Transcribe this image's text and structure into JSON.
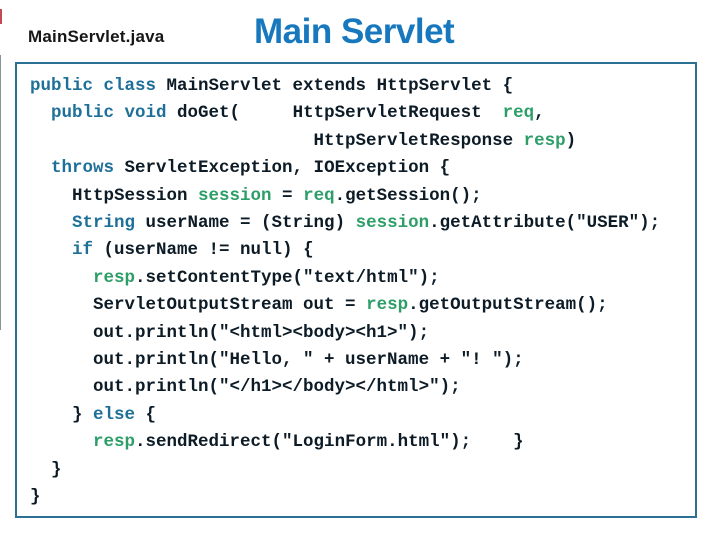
{
  "header": {
    "file_label": "MainServlet.java",
    "title": "Main Servlet"
  },
  "colors": {
    "title_blue": "#1878BE",
    "keyword": "#1E7098",
    "variable": "#2E9E68",
    "code_text": "#0C1B26",
    "box_border": "#2B7092"
  },
  "code": {
    "lines": [
      {
        "segments": [
          {
            "c": "kw",
            "t": "public class "
          },
          {
            "c": "plain",
            "t": "MainServlet extends HttpServlet {"
          }
        ]
      },
      {
        "segments": [
          {
            "c": "plain",
            "t": "  "
          },
          {
            "c": "kw",
            "t": "public void "
          },
          {
            "c": "plain",
            "t": "doGet(     HttpServletRequest  "
          },
          {
            "c": "var",
            "t": "req"
          },
          {
            "c": "plain",
            "t": ","
          }
        ]
      },
      {
        "segments": [
          {
            "c": "plain",
            "t": "                           HttpServletResponse "
          },
          {
            "c": "var",
            "t": "resp"
          },
          {
            "c": "plain",
            "t": ")"
          }
        ]
      },
      {
        "segments": [
          {
            "c": "plain",
            "t": "  "
          },
          {
            "c": "kw",
            "t": "throws "
          },
          {
            "c": "plain",
            "t": "ServletException, IOException {"
          }
        ]
      },
      {
        "segments": [
          {
            "c": "plain",
            "t": "    HttpSession "
          },
          {
            "c": "var",
            "t": "session"
          },
          {
            "c": "plain",
            "t": " = "
          },
          {
            "c": "var",
            "t": "req"
          },
          {
            "c": "plain",
            "t": ".getSession();"
          }
        ]
      },
      {
        "segments": [
          {
            "c": "plain",
            "t": "    "
          },
          {
            "c": "kw",
            "t": "String"
          },
          {
            "c": "plain",
            "t": " userName = (String) "
          },
          {
            "c": "var",
            "t": "session"
          },
          {
            "c": "plain",
            "t": ".getAttribute(\"USER\");"
          }
        ]
      },
      {
        "segments": [
          {
            "c": "plain",
            "t": "    "
          },
          {
            "c": "kw",
            "t": "if"
          },
          {
            "c": "plain",
            "t": " (userName != null) {"
          }
        ]
      },
      {
        "segments": [
          {
            "c": "plain",
            "t": "      "
          },
          {
            "c": "var",
            "t": "resp"
          },
          {
            "c": "plain",
            "t": ".setContentType(\"text/html\");"
          }
        ]
      },
      {
        "segments": [
          {
            "c": "plain",
            "t": "      ServletOutputStream out = "
          },
          {
            "c": "var",
            "t": "resp"
          },
          {
            "c": "plain",
            "t": ".getOutputStream();"
          }
        ]
      },
      {
        "segments": [
          {
            "c": "plain",
            "t": "      out.println(\"<html><body><h1>\");"
          }
        ]
      },
      {
        "segments": [
          {
            "c": "plain",
            "t": "      out.println(\"Hello, \" + userName + \"! \");"
          }
        ]
      },
      {
        "segments": [
          {
            "c": "plain",
            "t": "      out.println(\"</h1></body></html>\");"
          }
        ]
      },
      {
        "segments": [
          {
            "c": "plain",
            "t": "    } "
          },
          {
            "c": "kw",
            "t": "else"
          },
          {
            "c": "plain",
            "t": " {"
          }
        ]
      },
      {
        "segments": [
          {
            "c": "plain",
            "t": "      "
          },
          {
            "c": "var",
            "t": "resp"
          },
          {
            "c": "plain",
            "t": ".sendRedirect(\"LoginForm.html\");    }"
          }
        ]
      },
      {
        "segments": [
          {
            "c": "plain",
            "t": "  }"
          }
        ]
      },
      {
        "segments": [
          {
            "c": "plain",
            "t": "}"
          }
        ]
      }
    ]
  }
}
